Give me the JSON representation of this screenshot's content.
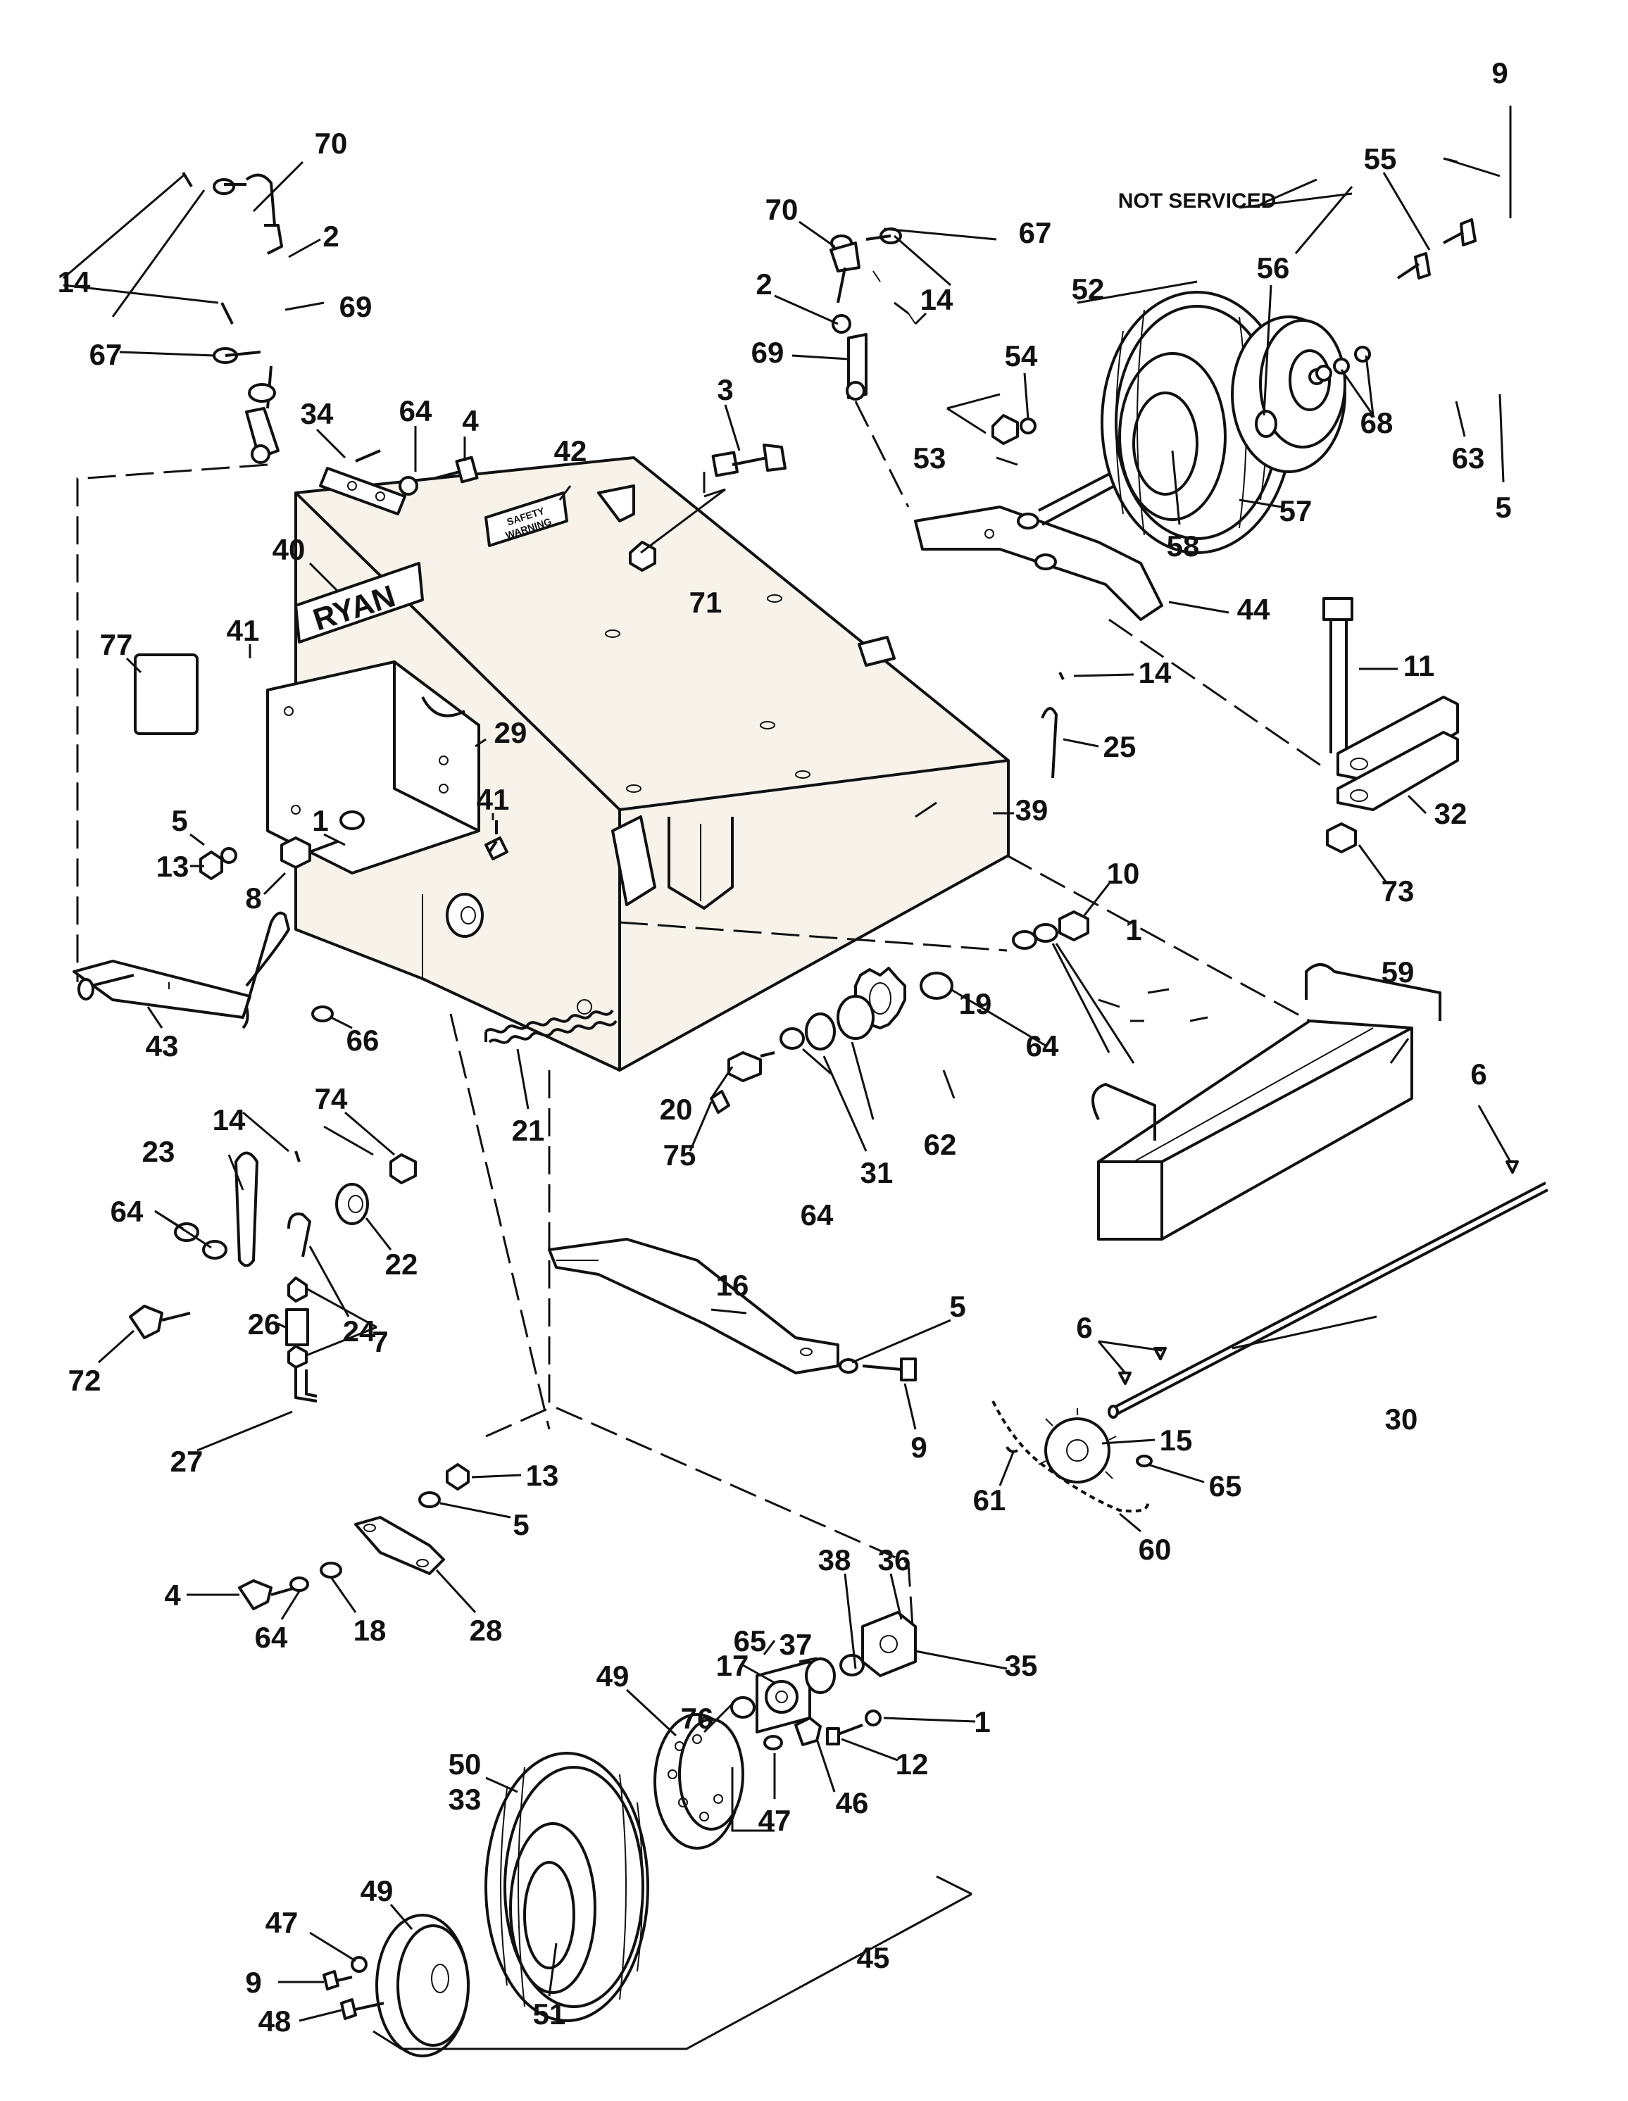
{
  "callouts": [
    {
      "id": "c70a",
      "text": "70"
    },
    {
      "id": "c2a",
      "text": "2"
    },
    {
      "id": "c14a",
      "text": "14"
    },
    {
      "id": "c69a",
      "text": "69"
    },
    {
      "id": "c67a",
      "text": "67"
    },
    {
      "id": "c34",
      "text": "34"
    },
    {
      "id": "c64a",
      "text": "64"
    },
    {
      "id": "c4a",
      "text": "4"
    },
    {
      "id": "c42",
      "text": "42"
    },
    {
      "id": "c40",
      "text": "40"
    },
    {
      "id": "c41a",
      "text": "41"
    },
    {
      "id": "c77",
      "text": "77"
    },
    {
      "id": "c29",
      "text": "29"
    },
    {
      "id": "c5a",
      "text": "5"
    },
    {
      "id": "c13a",
      "text": "13"
    },
    {
      "id": "c1a",
      "text": "1"
    },
    {
      "id": "c8",
      "text": "8"
    },
    {
      "id": "c41b",
      "text": "41"
    },
    {
      "id": "c43",
      "text": "43"
    },
    {
      "id": "c66",
      "text": "66"
    },
    {
      "id": "c70b",
      "text": "70"
    },
    {
      "id": "c67b",
      "text": "67"
    },
    {
      "id": "c2b",
      "text": "2"
    },
    {
      "id": "c14b",
      "text": "14"
    },
    {
      "id": "c69b",
      "text": "69"
    },
    {
      "id": "c3",
      "text": "3"
    },
    {
      "id": "c71",
      "text": "71"
    },
    {
      "id": "c52",
      "text": "52"
    },
    {
      "id": "c54",
      "text": "54"
    },
    {
      "id": "c53",
      "text": "53"
    },
    {
      "id": "c56",
      "text": "56"
    },
    {
      "id": "c55",
      "text": "55"
    },
    {
      "id": "c9a",
      "text": "9"
    },
    {
      "id": "c68",
      "text": "68"
    },
    {
      "id": "c63",
      "text": "63"
    },
    {
      "id": "c5b",
      "text": "5"
    },
    {
      "id": "c57",
      "text": "57"
    },
    {
      "id": "c58",
      "text": "58"
    },
    {
      "id": "c44",
      "text": "44"
    },
    {
      "id": "c14c",
      "text": "14"
    },
    {
      "id": "c25",
      "text": "25"
    },
    {
      "id": "c11",
      "text": "11"
    },
    {
      "id": "c32",
      "text": "32"
    },
    {
      "id": "c73",
      "text": "73"
    },
    {
      "id": "c39",
      "text": "39"
    },
    {
      "id": "c10",
      "text": "10"
    },
    {
      "id": "c1b",
      "text": "1"
    },
    {
      "id": "c64b",
      "text": "64"
    },
    {
      "id": "c19",
      "text": "19"
    },
    {
      "id": "c62",
      "text": "62"
    },
    {
      "id": "c31",
      "text": "31"
    },
    {
      "id": "c64c",
      "text": "64"
    },
    {
      "id": "c20",
      "text": "20"
    },
    {
      "id": "c75",
      "text": "75"
    },
    {
      "id": "c21",
      "text": "21"
    },
    {
      "id": "c59",
      "text": "59"
    },
    {
      "id": "c6a",
      "text": "6"
    },
    {
      "id": "c14d",
      "text": "14"
    },
    {
      "id": "c74",
      "text": "74"
    },
    {
      "id": "c23",
      "text": "23"
    },
    {
      "id": "c64d",
      "text": "64"
    },
    {
      "id": "c22",
      "text": "22"
    },
    {
      "id": "c24",
      "text": "24"
    },
    {
      "id": "c26",
      "text": "26"
    },
    {
      "id": "c7",
      "text": "7"
    },
    {
      "id": "c72",
      "text": "72"
    },
    {
      "id": "c27",
      "text": "27"
    },
    {
      "id": "c16",
      "text": "16"
    },
    {
      "id": "c5c",
      "text": "5"
    },
    {
      "id": "c9b",
      "text": "9"
    },
    {
      "id": "c6b",
      "text": "6"
    },
    {
      "id": "c15",
      "text": "15"
    },
    {
      "id": "c30",
      "text": "30"
    },
    {
      "id": "c65a",
      "text": "65"
    },
    {
      "id": "c61",
      "text": "61"
    },
    {
      "id": "c60",
      "text": "60"
    },
    {
      "id": "c13b",
      "text": "13"
    },
    {
      "id": "c5d",
      "text": "5"
    },
    {
      "id": "c4b",
      "text": "4"
    },
    {
      "id": "c64e",
      "text": "64"
    },
    {
      "id": "c18",
      "text": "18"
    },
    {
      "id": "c28",
      "text": "28"
    },
    {
      "id": "c38",
      "text": "38"
    },
    {
      "id": "c36",
      "text": "36"
    },
    {
      "id": "c35",
      "text": "35"
    },
    {
      "id": "c65b",
      "text": "65"
    },
    {
      "id": "c37",
      "text": "37"
    },
    {
      "id": "c17",
      "text": "17"
    },
    {
      "id": "c49a",
      "text": "49"
    },
    {
      "id": "c76",
      "text": "76"
    },
    {
      "id": "c1c",
      "text": "1"
    },
    {
      "id": "c12",
      "text": "12"
    },
    {
      "id": "c50",
      "text": "50"
    },
    {
      "id": "c33",
      "text": "33"
    },
    {
      "id": "c46",
      "text": "46"
    },
    {
      "id": "c47a",
      "text": "47"
    },
    {
      "id": "c49b",
      "text": "49"
    },
    {
      "id": "c47b",
      "text": "47"
    },
    {
      "id": "c9c",
      "text": "9"
    },
    {
      "id": "c51",
      "text": "51"
    },
    {
      "id": "c45",
      "text": "45"
    },
    {
      "id": "c48",
      "text": "48"
    }
  ],
  "notes": {
    "not_serviced": "NOT SERVICED"
  },
  "decals": {
    "ryan": "RYAN",
    "safety_line1": "SAFETY",
    "safety_line2": "WARNING"
  }
}
